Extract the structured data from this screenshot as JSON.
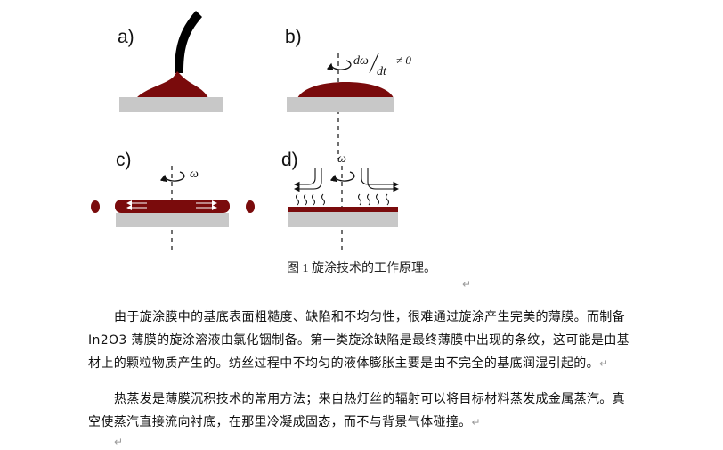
{
  "figure": {
    "panels": [
      "a)",
      "b)",
      "c)",
      "d)"
    ],
    "b_equation": {
      "numerator": "dω",
      "denominator": "dt",
      "relation": "≠ 0"
    },
    "omega": "ω",
    "colors": {
      "film": "#7a0b0c",
      "substrate": "#c8c8c8",
      "arrow": "#ffffff",
      "ink": "#111111"
    }
  },
  "caption": "图 1 旋涂技术的工作原理。",
  "paragraph_mark": "↵",
  "paragraphs": [
    "由于旋涂膜中的基底表面粗糙度、缺陷和不均匀性，很难通过旋涂产生完美的薄膜。而制备 In2O3 薄膜的旋涂溶液由氯化铟制备。第一类旋涂缺陷是最终薄膜中出现的条纹，这可能是由基材上的颗粒物质产生的。纺丝过程中不均匀的液体膨胀主要是由不完全的基底润湿引起的。",
    "热蒸发是薄膜沉积技术的常用方法；来自热灯丝的辐射可以将目标材料蒸发成金属蒸汽。真空使蒸汽直接流向衬底，在那里冷凝成固态，而不与背景气体碰撞。"
  ]
}
